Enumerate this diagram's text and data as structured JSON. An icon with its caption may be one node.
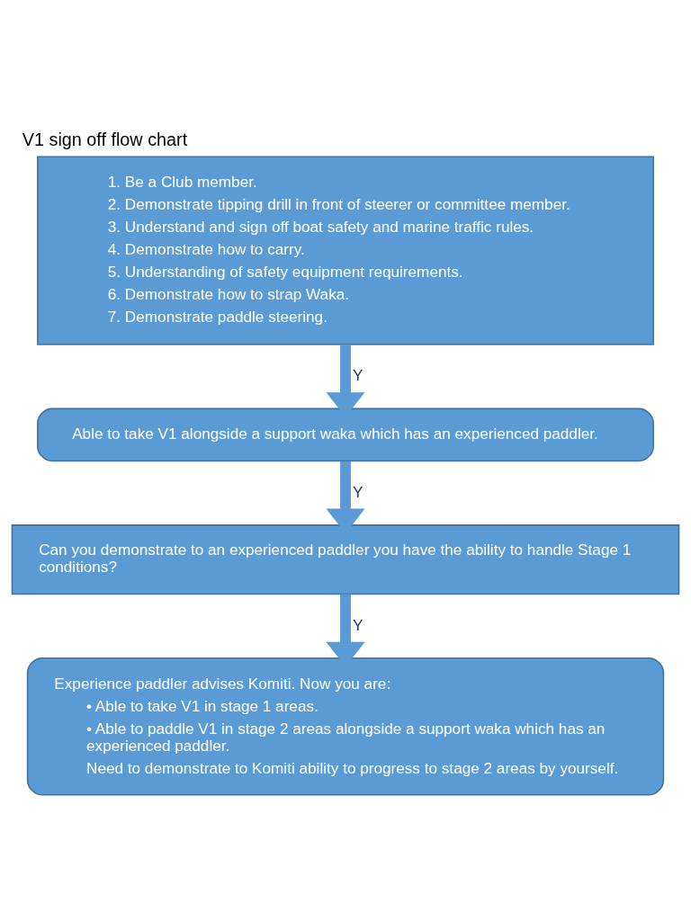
{
  "diagram": {
    "title": "V1 sign off flow chart",
    "nodes": [
      {
        "text": [
          "1. Be a Club member.",
          "2. Demonstrate tipping drill in front of steerer or committee member.",
          "3. Understand and sign off boat safety and marine traffic rules.",
          "4. Demonstrate how to carry.",
          "5. Understanding of safety equipment requirements.",
          "6. Demonstrate how to strap Waka.",
          "7. Demonstrate paddle steering."
        ]
      },
      {
        "text": [
          "Able to take V1 alongside a support waka which has an experienced paddler."
        ]
      },
      {
        "text": [
          "Can you demonstrate to an experienced paddler you have the ability to handle Stage 1 conditions?"
        ]
      },
      {
        "text": [
          "Experience paddler advises Komiti. Now you are:",
          "• Able to take V1 in stage 1 areas.",
          "• Able to paddle V1 in stage 2 areas alongside a support waka which has an experienced paddler.",
          "Need to demonstrate to Komiti ability to progress to stage 2 areas by yourself."
        ]
      }
    ],
    "edges": [
      {
        "from": 0,
        "to": 1,
        "arrow": "to",
        "label": "Y"
      },
      {
        "from": 1,
        "to": 2,
        "arrow": "to",
        "label": "Y"
      },
      {
        "from": 2,
        "to": 3,
        "arrow": "to",
        "label": "Y"
      }
    ]
  }
}
